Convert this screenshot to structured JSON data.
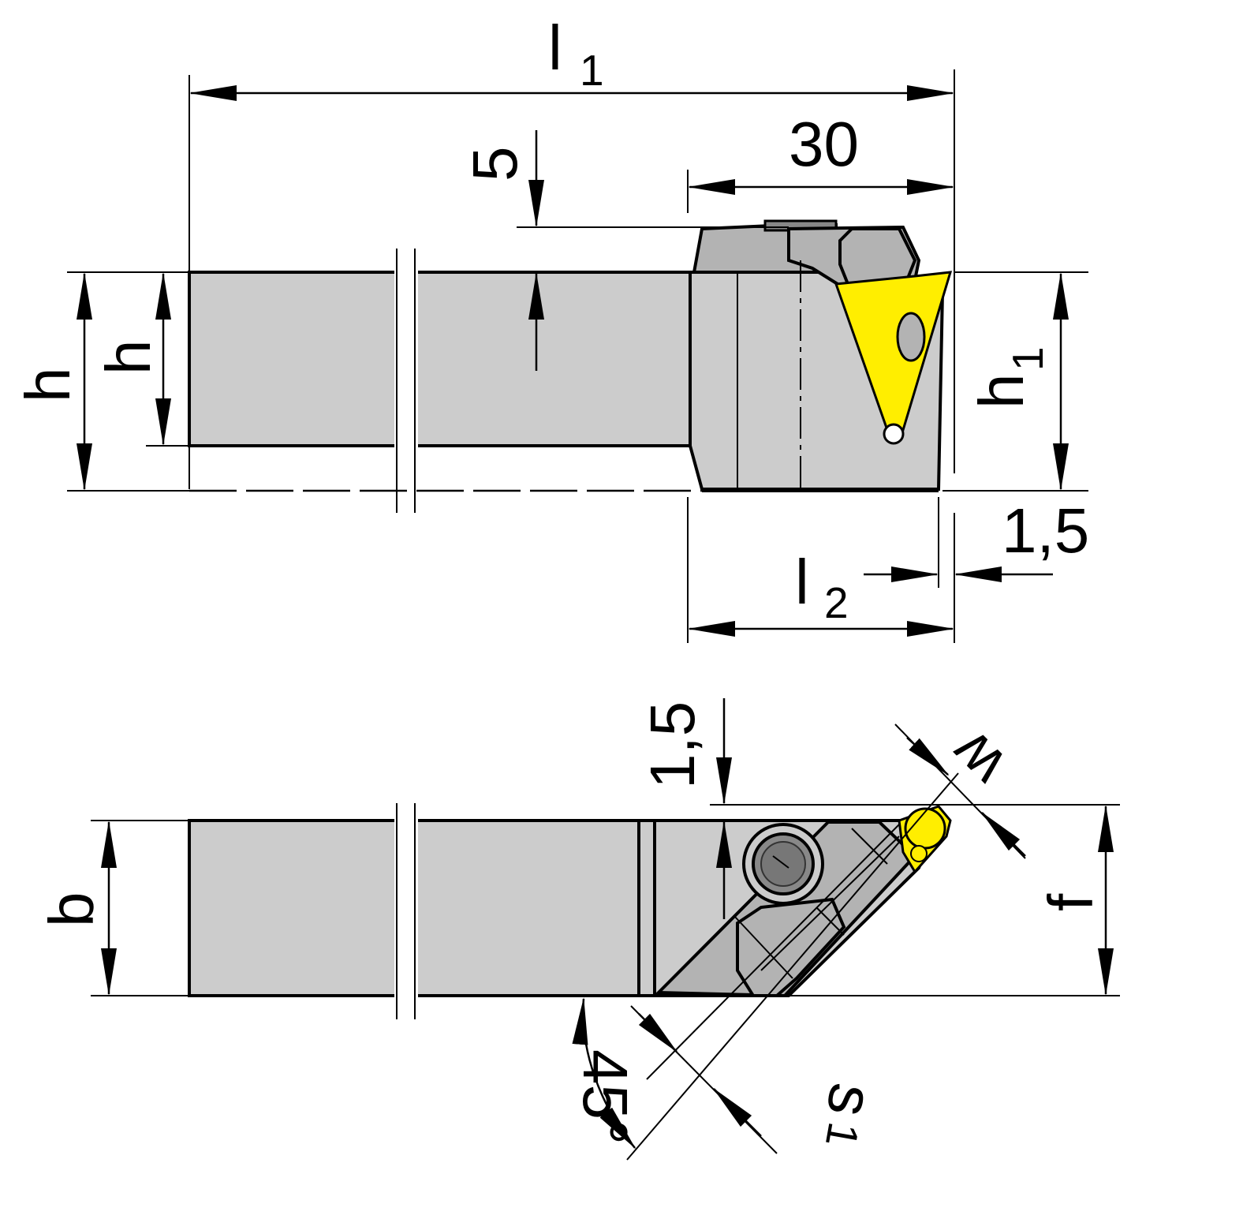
{
  "colors": {
    "body": "#cccccc",
    "part": "#b3b3b3",
    "insert": "#ffee00",
    "screw": "#888888",
    "line": "#000000"
  },
  "labels": {
    "l1": "l",
    "l1_sub": "1",
    "dim_30": "30",
    "dim_5": "5",
    "h_outer": "h",
    "h_inner": "h",
    "h1": "h",
    "h1_sub": "1",
    "dim_15_right": "1,5",
    "l2": "l",
    "l2_sub": "2",
    "dim_15_top": "1,5",
    "w": "w",
    "b": "b",
    "f": "f",
    "angle": "45°",
    "s1": "s",
    "s1_sub": "1"
  }
}
